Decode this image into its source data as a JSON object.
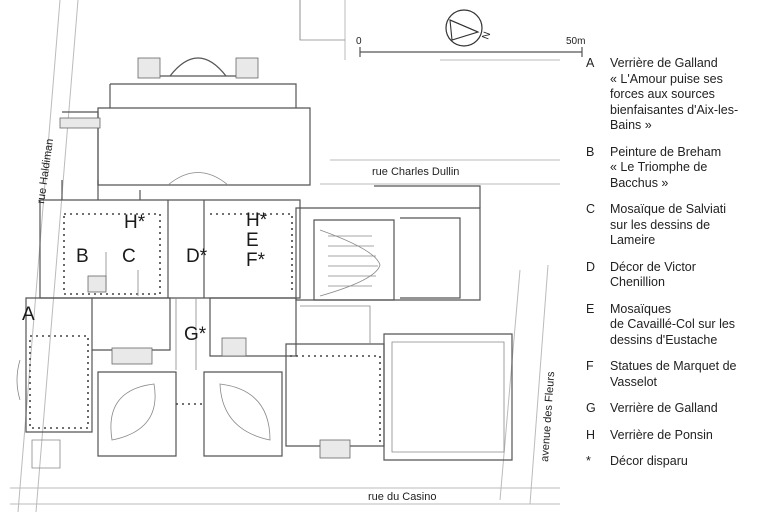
{
  "plan": {
    "letters": [
      {
        "key": "A",
        "label": "A"
      },
      {
        "key": "B",
        "label": "B"
      },
      {
        "key": "C",
        "label": "C"
      },
      {
        "key": "H1",
        "label": "H*"
      },
      {
        "key": "D",
        "label": "D*"
      },
      {
        "key": "H2",
        "label": "H*"
      },
      {
        "key": "E",
        "label": "E"
      },
      {
        "key": "F",
        "label": "F*"
      },
      {
        "key": "G",
        "label": "G*"
      }
    ],
    "streets": {
      "haldiman": "rue Haldiman",
      "dullin": "rue Charles Dullin",
      "casino": "rue du Casino",
      "fleurs": "avenue des Fleurs"
    },
    "scale": {
      "start": "0",
      "end": "50m"
    },
    "north": "N"
  },
  "legend": [
    {
      "key": "A",
      "lines": [
        "Verrière de Galland",
        "« L'Amour puise ses",
        "forces aux sources",
        "bienfaisantes d'Aix-les-",
        "Bains »"
      ]
    },
    {
      "key": "B",
      "lines": [
        "Peinture de Breham",
        "« Le Triomphe de",
        "Bacchus »"
      ]
    },
    {
      "key": "C",
      "lines": [
        "Mosaïque de Salviati",
        "sur les dessins de",
        "Lameire"
      ]
    },
    {
      "key": "D",
      "lines": [
        "Décor de Victor",
        "Chenillion"
      ]
    },
    {
      "key": "E",
      "lines": [
        "Mosaïques",
        "de Cavaillé-Col sur les",
        "dessins d'Eustache"
      ]
    },
    {
      "key": "F",
      "lines": [
        "Statues de Marquet de",
        "Vasselot"
      ]
    },
    {
      "key": "G",
      "lines": [
        "Verrière de Galland"
      ]
    },
    {
      "key": "H",
      "lines": [
        "Verrière de Ponsin"
      ]
    },
    {
      "key": "*",
      "lines": [
        "Décor disparu"
      ]
    }
  ]
}
